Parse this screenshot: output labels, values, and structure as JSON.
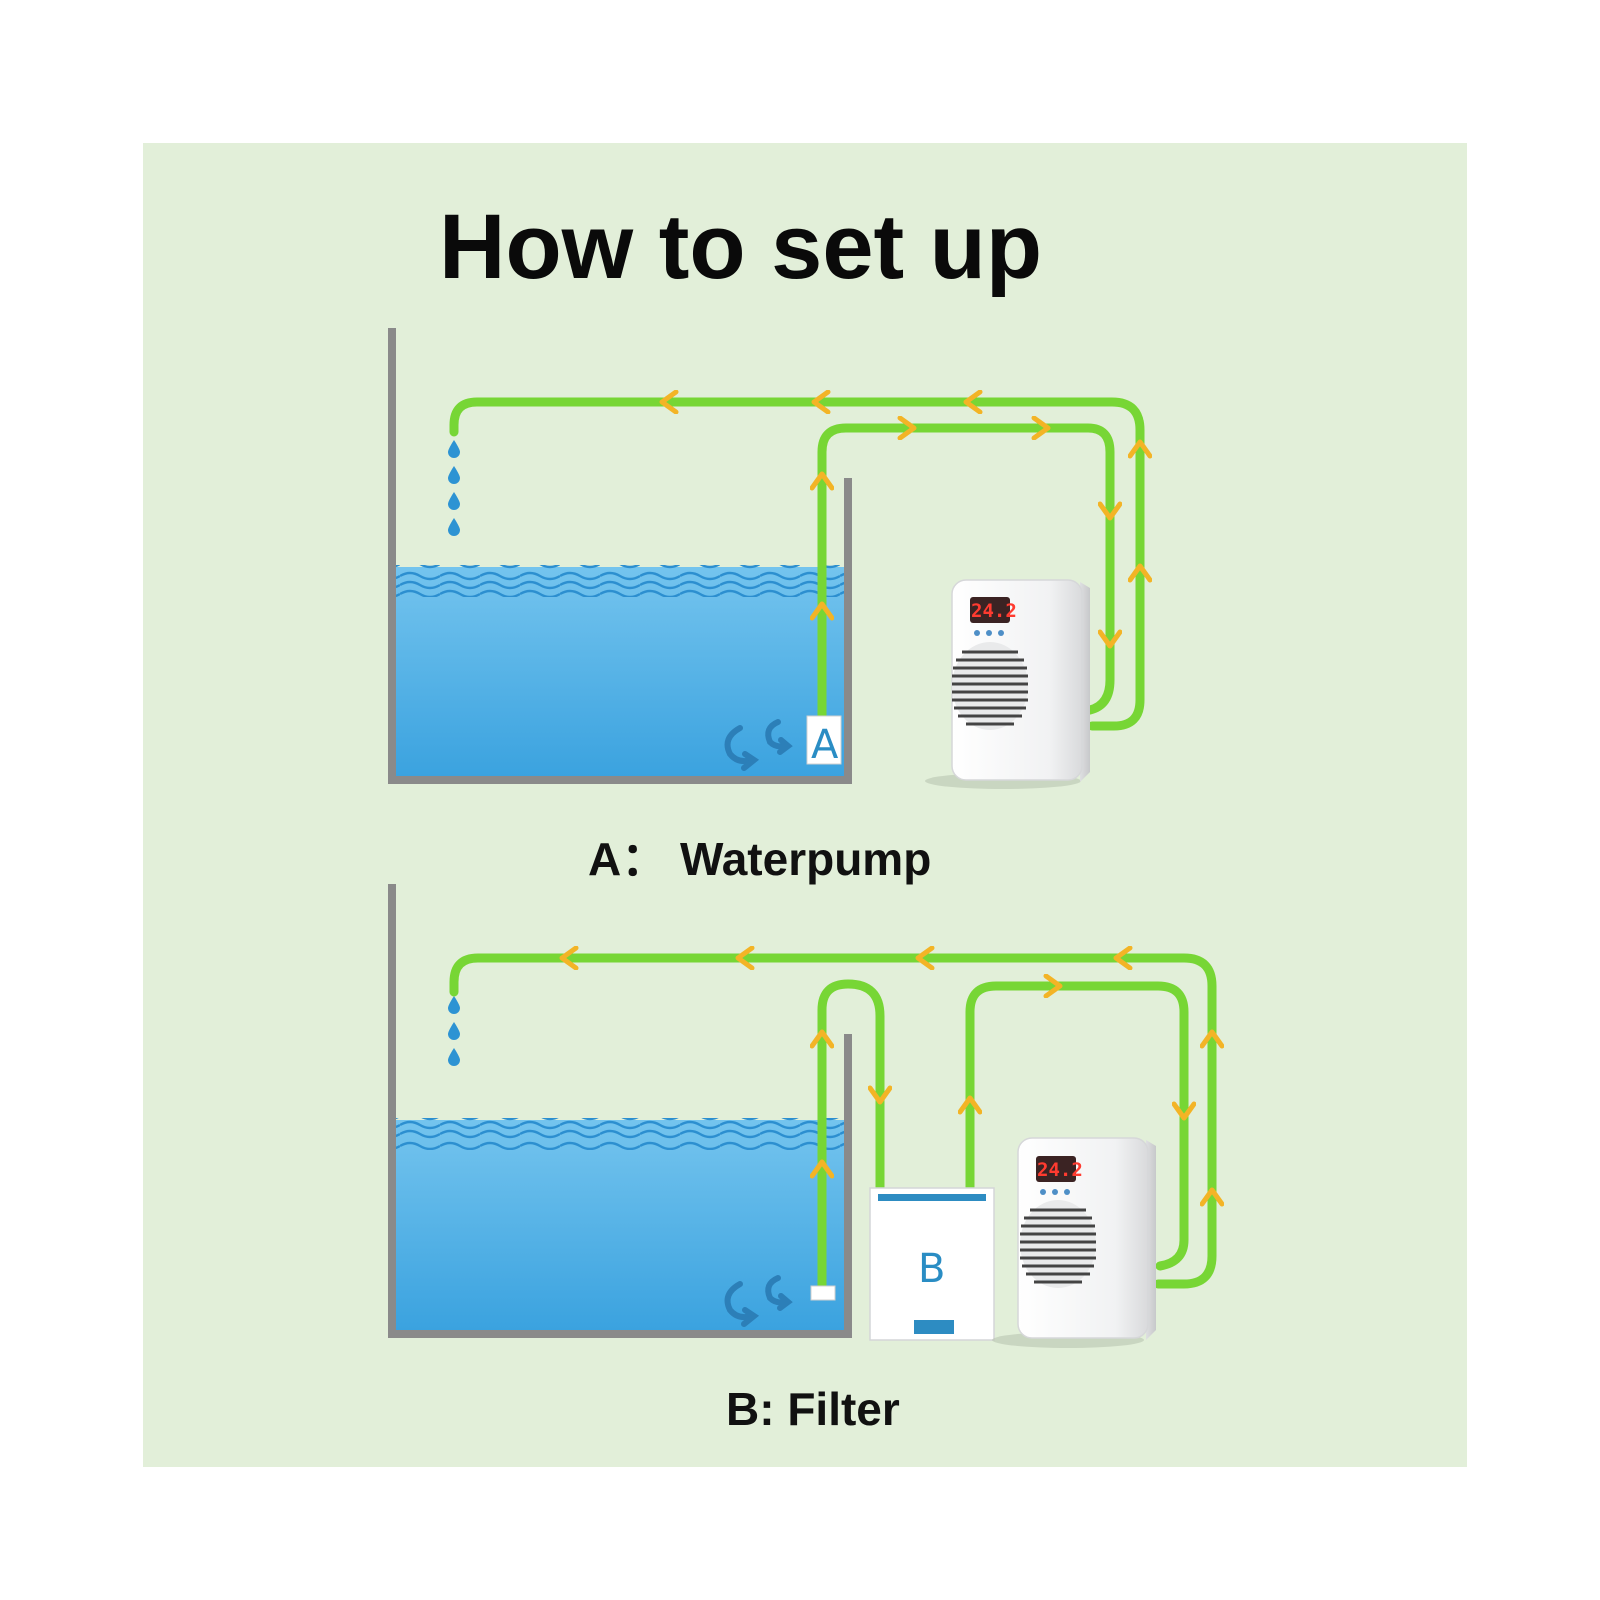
{
  "title": "How to set up",
  "colors": {
    "panel_background": "#e2efd9",
    "tube": "#77d635",
    "flow_arrow": "#f3b426",
    "water_top": "#74c4ee",
    "water_bottom": "#3da5e0",
    "tank_wall": "#8a8a8a",
    "device_body": "#f4f5f6",
    "filter_accent": "#2d8cc2"
  },
  "diagrams": [
    {
      "label": "A： Waterpump",
      "device_tag": "A",
      "chiller_display": "24.2",
      "icons": [
        "tank",
        "water-waves",
        "water-drip",
        "water-pump",
        "chiller",
        "green-tube",
        "flow-arrow",
        "intake-arrows"
      ]
    },
    {
      "label": "B: Filter",
      "device_tag": "B",
      "chiller_display": "24.2",
      "icons": [
        "tank",
        "water-waves",
        "water-drip",
        "intake",
        "filter",
        "chiller",
        "green-tube",
        "flow-arrow",
        "intake-arrows"
      ]
    }
  ]
}
